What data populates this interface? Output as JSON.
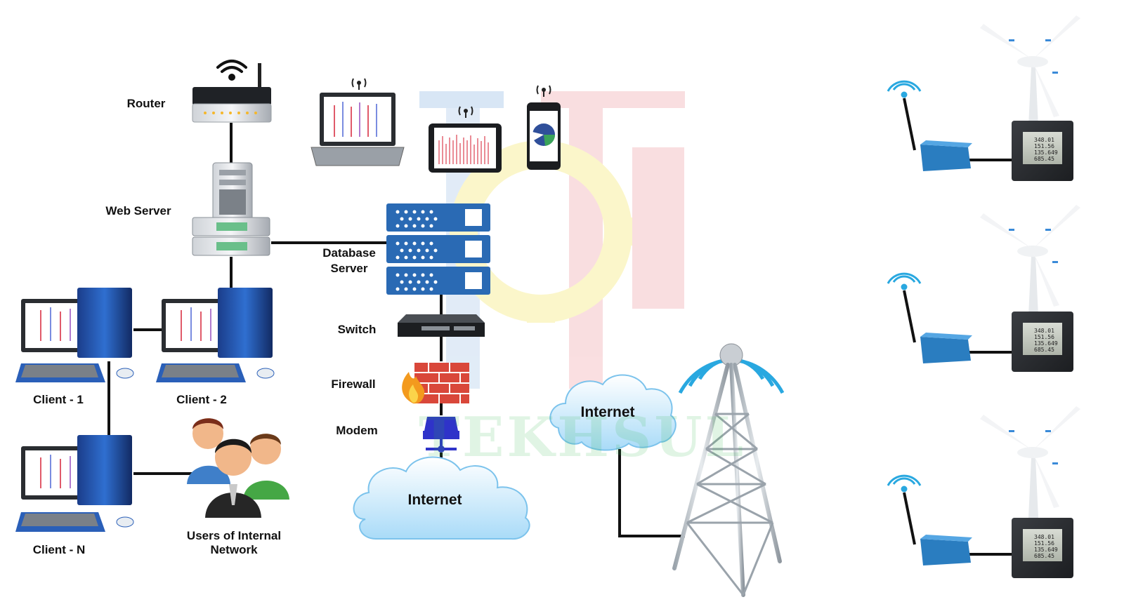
{
  "labels": {
    "router": "Router",
    "web_server": "Web Server",
    "database_server_line1": "Database",
    "database_server_line2": "Server",
    "switch": "Switch",
    "firewall": "Firewall",
    "modem": "Modem",
    "internet_main": "Internet",
    "internet_tower": "Internet",
    "client_1": "Client - 1",
    "client_2": "Client - 2",
    "client_n": "Client - N",
    "users_line1": "Users of Internal",
    "users_line2": "Network"
  },
  "meter_readings": [
    "348.01",
    "151.56",
    "135.649",
    "685.45"
  ],
  "watermark": "TEKHSUL",
  "colors": {
    "line": "#111111",
    "server_blue": "#2a6ab4",
    "cloud_blue": "#bfe4fa",
    "signal_blue": "#29a8e0",
    "watermark_blue": "#9ec0e6",
    "watermark_red": "#f0a9ae",
    "watermark_yellow": "#f7ec7a",
    "watermark_green": "#7fd07f"
  }
}
